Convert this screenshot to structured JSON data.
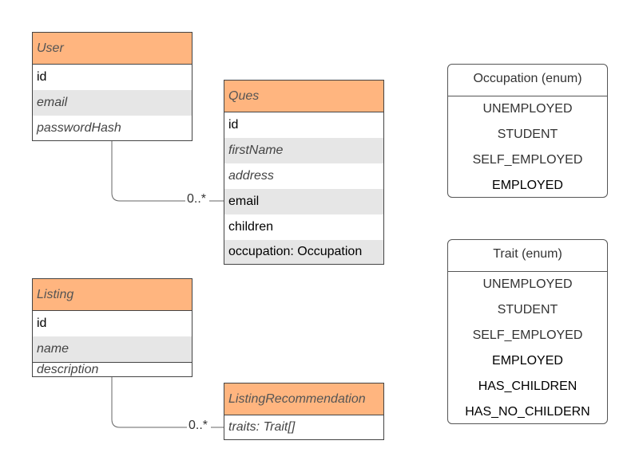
{
  "entities": {
    "user": {
      "title": "User",
      "fields": [
        "id",
        "email",
        "passwordHash"
      ]
    },
    "ques": {
      "title": "Ques",
      "fields": [
        "id",
        "firstName",
        "address",
        "email",
        "children",
        "occupation: Occupation"
      ]
    },
    "listing": {
      "title": "Listing",
      "fields": [
        "id",
        "name",
        "description"
      ]
    },
    "listing_recommendation": {
      "title": "ListingRecommendation",
      "fields": [
        "traits: Trait[]"
      ]
    }
  },
  "enums": {
    "occupation": {
      "title": "Occupation (enum)",
      "values": [
        "UNEMPLOYED",
        "STUDENT",
        "SELF_EMPLOYED",
        "EMPLOYED"
      ]
    },
    "trait": {
      "title": "Trait (enum)",
      "values": [
        "UNEMPLOYED",
        "STUDENT",
        "SELF_EMPLOYED",
        "EMPLOYED",
        "HAS_CHILDREN",
        "HAS_NO_CHILDERN"
      ]
    }
  },
  "relations": {
    "user_ques": {
      "multiplicity": "0..*"
    },
    "listing_recommendation": {
      "multiplicity": "0..*"
    }
  },
  "colors": {
    "entity_header": "#ffb57f",
    "alt_row": "#e6e6e6",
    "line": "#555555"
  }
}
